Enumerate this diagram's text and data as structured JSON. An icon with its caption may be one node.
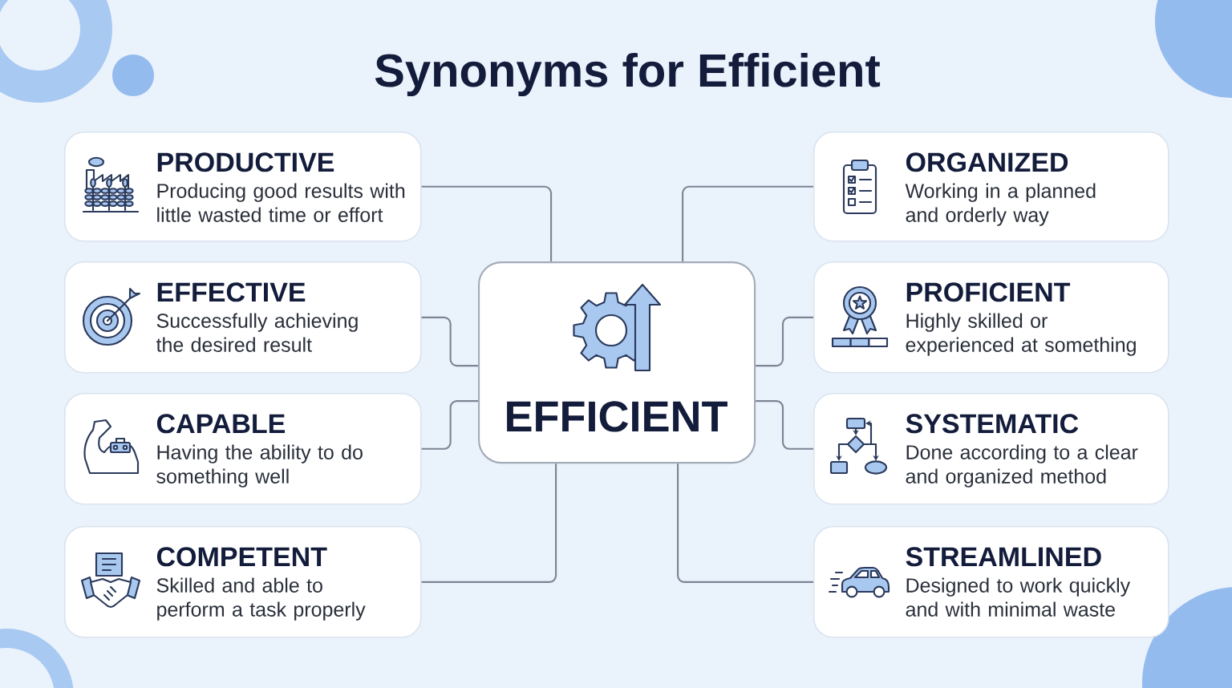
{
  "diagram": {
    "title": "Synonyms for Efficient",
    "nodes": [
      {
        "text": [
          "EFFICIENT"
        ]
      },
      {
        "text": [
          "PRODUCTIVE",
          "Producing good results with little wasted time or effort"
        ]
      },
      {
        "text": [
          "EFFECTIVE",
          "Successfully achieving the desired result"
        ]
      },
      {
        "text": [
          "CAPABLE",
          "Having the ability to do something well"
        ]
      },
      {
        "text": [
          "COMPETENT",
          "Skilled and able to perform a task properly"
        ]
      },
      {
        "text": [
          "ORGANIZED",
          "Working in a planned and orderly way"
        ]
      },
      {
        "text": [
          "PROFICIENT",
          "Highly skilled or experienced at something"
        ]
      },
      {
        "text": [
          "SYSTEMATIC",
          "Done according to a clear and organized method"
        ]
      },
      {
        "text": [
          "STREAMLINED",
          "Designed to work quickly and with minimal waste"
        ]
      }
    ],
    "edges": [
      {
        "from": 0,
        "to": 1,
        "arrow": "none"
      },
      {
        "from": 0,
        "to": 2,
        "arrow": "none"
      },
      {
        "from": 0,
        "to": 3,
        "arrow": "none"
      },
      {
        "from": 0,
        "to": 4,
        "arrow": "none"
      },
      {
        "from": 0,
        "to": 5,
        "arrow": "none"
      },
      {
        "from": 0,
        "to": 6,
        "arrow": "none"
      },
      {
        "from": 0,
        "to": 7,
        "arrow": "none"
      },
      {
        "from": 0,
        "to": 8,
        "arrow": "none"
      }
    ]
  }
}
